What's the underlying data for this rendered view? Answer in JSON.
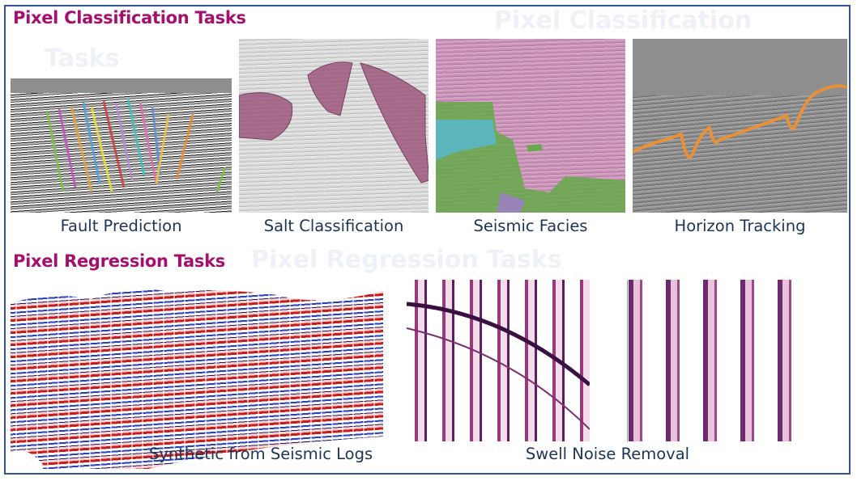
{
  "classification": {
    "title": "Pixel Classification Tasks",
    "ghost_title": "Pixel Classification",
    "ghost_subtitle": "Tasks",
    "items": [
      {
        "caption": "Fault Prediction"
      },
      {
        "caption": "Salt Classification"
      },
      {
        "caption": "Seismic Facies"
      },
      {
        "caption": "Horizon Tracking"
      }
    ]
  },
  "regression": {
    "title": "Pixel Regression Tasks",
    "ghost_title": "Pixel Regression Tasks",
    "items": [
      {
        "caption": "Synthetic from Seismic Logs"
      },
      {
        "caption": "Swell Noise Removal"
      }
    ]
  },
  "colors": {
    "title": "#a50f6e",
    "caption": "#1c3557",
    "frame": "#2f5597"
  }
}
